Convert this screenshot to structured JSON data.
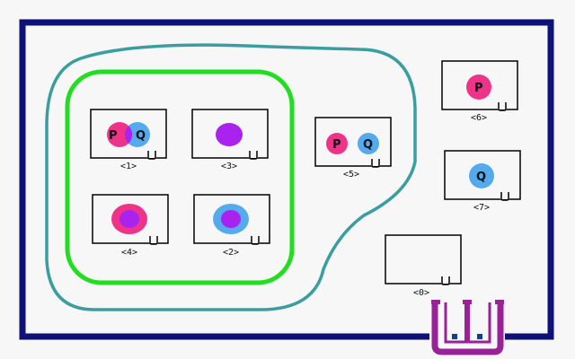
{
  "colors": {
    "background": "#f7f7f7",
    "universe_border": "#0e1278",
    "outer_region": "#3a9ea0",
    "inner_region": "#22dd22",
    "set_p": "#ee3388",
    "set_q": "#55aaee",
    "intersection": "#aa22ee",
    "box_stroke": "#000000",
    "logo": "#992299",
    "logo_dots": "#0e4488"
  },
  "set_letters": {
    "p": "P",
    "q": "Q"
  },
  "regions": [
    {
      "id": "1",
      "label": "<1>"
    },
    {
      "id": "3",
      "label": "<3>"
    },
    {
      "id": "4",
      "label": "<4>"
    },
    {
      "id": "2",
      "label": "<2>"
    },
    {
      "id": "5",
      "label": "<5>"
    },
    {
      "id": "6",
      "label": "<6>"
    },
    {
      "id": "7",
      "label": "<7>"
    },
    {
      "id": "0",
      "label": "<0>"
    }
  ],
  "logo": {
    "name": "universe-symbol-logo"
  }
}
